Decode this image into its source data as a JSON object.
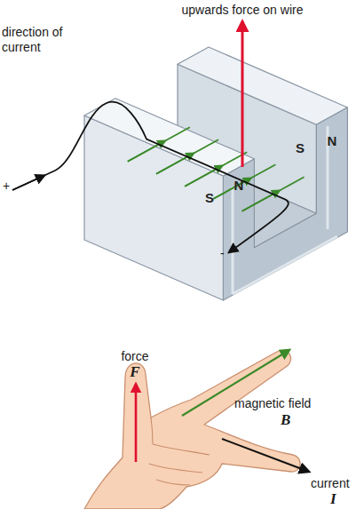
{
  "diagram": {
    "labels": [
      "upwards force on wire",
      "direction of current",
      "+",
      "S",
      "N",
      "N",
      "S",
      "-",
      "force",
      "F",
      "magnetic field",
      "B",
      "current",
      "I"
    ]
  }
}
